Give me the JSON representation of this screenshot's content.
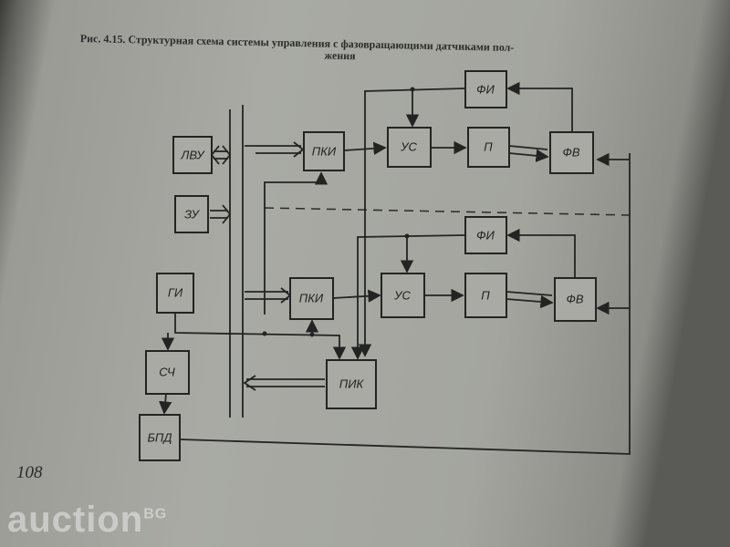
{
  "caption": {
    "line1": "Рис. 4.15. Структурная схема системы управления с фазовращающими датчиками пол-",
    "line2": "жения"
  },
  "page_number": "108",
  "watermark": {
    "text": "auction",
    "suffix": "BG"
  },
  "blocks": {
    "lvu": "ЛВУ",
    "zu": "ЗУ",
    "gi": "ГИ",
    "sch": "СЧ",
    "bpd": "БПД",
    "pki_top": "ПКИ",
    "us_top": "УС",
    "p_top": "П",
    "fv_top": "ФВ",
    "fi_top": "ФИ",
    "pki_bottom": "ПКИ",
    "us_bottom": "УС",
    "p_bottom": "П",
    "fv_bottom": "ФВ",
    "fi_bottom": "ФИ",
    "pik": "ПИК"
  }
}
